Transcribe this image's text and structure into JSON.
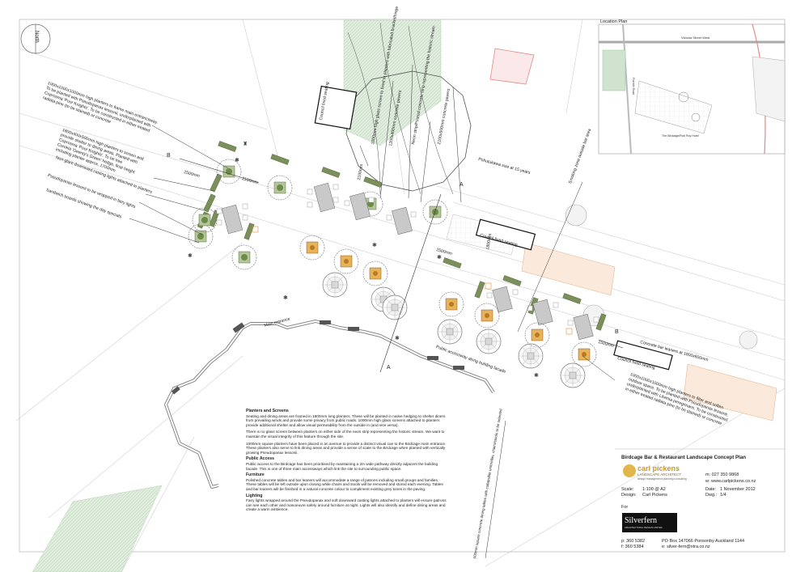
{
  "north_label": "North",
  "location_plan": {
    "title": "Location Plan",
    "street_label": "Victoria Street West",
    "road_label": "Franklin Road",
    "hotel_label": "The Birdcage/Rob Roy Hotel"
  },
  "annotations": {
    "left": [
      "1000x1000x1000mm high planters to frame main entranceway.",
      "To be planted with Pseudopanax lessonii, underplanted with",
      "Coprosma 'Poor Knights'. To be constructed in either treated",
      "radiata pine (to be stained) or concrete",
      "1800x400x500mm high planters to screen and",
      "provide shelter to dining areas. Planted with",
      "Coprosma 'Poor Knights'. To be tree",
      "Corokia 'Geenty's Green' hedge, final height",
      "including planter approx. 1700mm",
      "Non-glare downward casting lights attached to planters",
      "Pseudopanax lessonii to be wrapped in fairy lights",
      "Sandwich boards showing the day specials"
    ],
    "council_seating": "Council fixed seating",
    "glass_screen": "1000mm high glass screen to fixed to planters with fabricated bracket/hinge",
    "neon_strip": "Neon strip/Poured concrete strip representing the historic stream",
    "pavers": "1200x400mm concrete pavers",
    "paving": "2100x500mm concrete pavers",
    "pohutukawa": "Pohutukawa size at 15 years",
    "smoking_zone": "Smoking zone outside bar area",
    "dims": [
      "2500mm",
      "2100mm",
      "2100mm",
      "1800mm",
      "2500mm",
      "1500mm"
    ],
    "section_markers": [
      "A",
      "A",
      "B",
      "B"
    ],
    "main_entrance": "Main entrance",
    "public_accessway": "Public accessway along building facade",
    "bar_leaners": "Concrete bar leaners at 1800x600mm",
    "right_planters": [
      "1000x1000x1000mm high planters to filter and soften",
      "outdoor space. To be planted with Pseudopanax lessonii,",
      "underplanted with Libertia peregrinans. To be constructed",
      "in either treated radiata pine (to be stained) or concrete"
    ],
    "concrete_tables": "600mm square concrete dining tables with collapsible umbrellas, chairs/stools to be selected"
  },
  "notes": [
    {
      "heading": "Planters and Screens",
      "paras": [
        "Seating and dining areas are framed in 1800mm long planters. These will be planted in native hedging to shelter diners from prevailing winds and provide some privacy from public roads. 1000mm high glass screens attached to planters provide additional shelter and allow visual permeability from the outside in (and vice versa).",
        "There is no glass screen between planters on either side of the neon strip representing the historic stream. We want to maintain the visual integrity of this feature through the site.",
        "1000mm square planters have been placed in an avenue to provide a distinct visual cue to the Birdcage main entrance. These planters also serve to link dining areas and provide a sense of scale to the Birdcage when planted with vertically growing Pseudopanax lessonii."
      ]
    },
    {
      "heading": "Public Access",
      "paras": [
        "Public access to the Birdcage has been prioritised by maintaining a 2m wide pathway directly adjacent the building facade. This is one of three main accessways which link the site to surrounding public space."
      ]
    },
    {
      "heading": "Furniture",
      "paras": [
        "Polished concrete tables and bar leaners will accommodate a range of patrons including small groups and families. These tables will be left outside upon closing while chairs and stools will be removed and stored each evening. Tables and bar leaners will be finished in a natural concrete colour to compliment existing grey tones in the paving."
      ]
    },
    {
      "heading": "Lighting",
      "paras": [
        "Fairy lights wrapped around the Pseudopanax and soft downward casting lights attached to planters will ensure patrons can see each other and manoeuvre safely around furniture at night. Lights will also identify and define dining areas and create a warm ambience."
      ]
    }
  ],
  "title_block": {
    "title": "Birdcage Bar & Restaurant Landscape Concept Plan",
    "logo_name": "carl pickens",
    "logo_sub": "LANDSCAPE ARCHITECT",
    "logo_tag": "design management planning consulting",
    "mobile": "m:  027 350 9868",
    "web": "w:  www.carlpickens.co.nz",
    "scale_label": "Scale:",
    "scale_value": "1:100 @ A2",
    "design_label": "Design:",
    "design_value": "Carl Pickens",
    "date_label": "Date:",
    "date_value": "1 November 2012",
    "dwg_label": "Dwg.:",
    "dwg_value": "1/4",
    "for_label": "For",
    "client_logo": "Silverfern",
    "client_sub": "ARCHITECTURAL DESIGN LIMITED",
    "phone": "p:  360 5382",
    "fax": "f:   360 5384",
    "po_box": "PO Box 147066 Ponsonby Auckland 1144",
    "email": "e:  silver-fern@xtra.co.nz"
  },
  "colors": {
    "hedge": "#7a8f5a",
    "planter_fill": "#c8cfb0",
    "gold_planter": "#d9a24a",
    "grass": "#cfe3cf",
    "paving_tint": "#f7e6d4",
    "table": "#bdbdbd"
  }
}
